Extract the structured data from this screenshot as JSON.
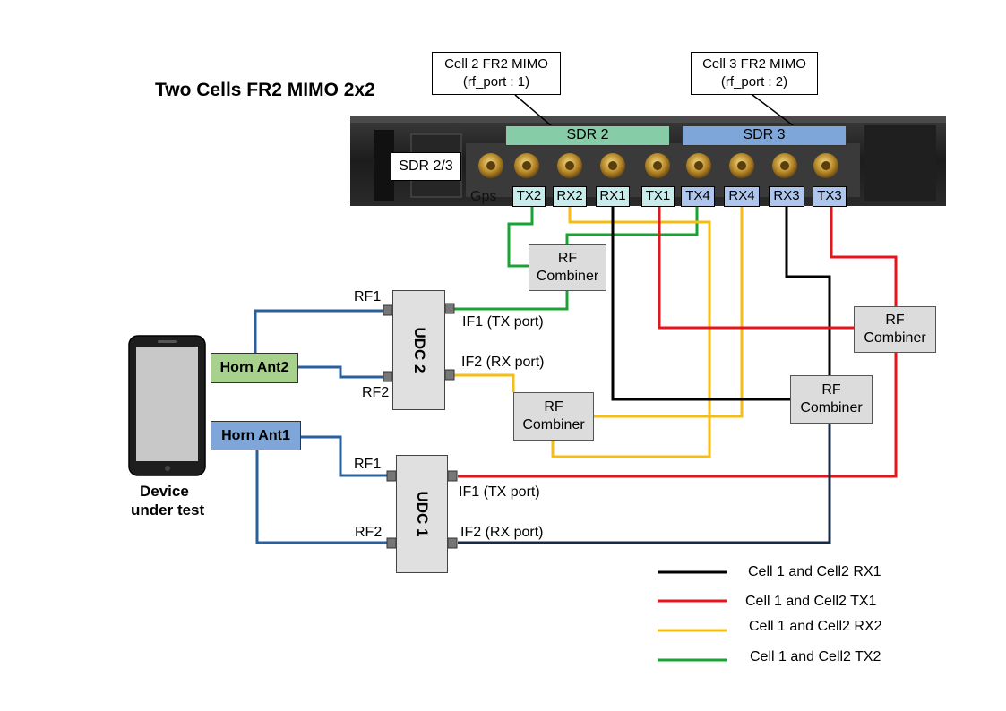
{
  "title": "Two Cells FR2 MIMO 2x2",
  "callouts": {
    "cell2": {
      "line1": "Cell 2 FR2 MIMO",
      "line2": "(rf_port : 1)"
    },
    "cell3": {
      "line1": "Cell 3 FR2 MIMO",
      "line2": "(rf_port : 2)"
    }
  },
  "sdr": {
    "sdr23_label": "SDR 2/3",
    "sdr2_label": "SDR 2",
    "sdr3_label": "SDR 3",
    "gps_label": "Gps",
    "ports": [
      "TX2",
      "RX2",
      "RX1",
      "TX1",
      "TX4",
      "RX4",
      "RX3",
      "TX3"
    ]
  },
  "combiners": {
    "line1": "RF",
    "line2": "Combiner"
  },
  "udc2": {
    "name": "UDC 2",
    "rf1": "RF1",
    "rf2": "RF2",
    "if1": "IF1 (TX port)",
    "if2": "IF2 (RX port)"
  },
  "udc1": {
    "name": "UDC 1",
    "rf1": "RF1",
    "rf2": "RF2",
    "if1": "IF1 (TX port)",
    "if2": "IF2 (RX port)"
  },
  "horn_ant2": "Horn Ant2",
  "horn_ant1": "Horn Ant1",
  "device": {
    "line1": "Device",
    "line2": "under test"
  },
  "legend": [
    {
      "label": "Cell 1 and Cell2 RX1",
      "color": "#000000"
    },
    {
      "label": "Cell 1 and Cell2 TX1",
      "color": "#e8141c"
    },
    {
      "label": "Cell 1 and Cell2 RX2",
      "color": "#f5be16"
    },
    {
      "label": "Cell 1 and Cell2 TX2",
      "color": "#1aa333"
    }
  ],
  "colors": {
    "antenna_cable": "#2a5f9e",
    "sdr2_bar": "#86cca6",
    "sdr3_bar": "#7fa6d8",
    "horn_ant2_fill": "#a9d18e",
    "horn_ant1_fill": "#7fa6d8",
    "port_light": "#c8ecec",
    "port_blue": "#aec6ec"
  },
  "icons": {
    "connectors": "sma-connector-icon",
    "device": "smartphone-icon"
  }
}
